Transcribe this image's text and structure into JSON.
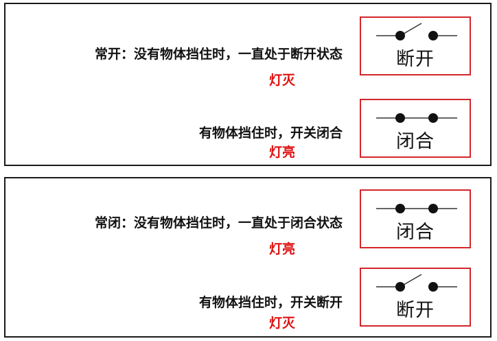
{
  "sections": [
    {
      "mode_desc": "常开：没有物体挡住时，一直处于断开状态",
      "mode_lamp": "灯灭",
      "mode_switch_label": "断开",
      "mode_switch_state": "open",
      "trigger_desc": "有物体挡住时，开关闭合",
      "trigger_lamp": "灯亮",
      "trigger_switch_label": "闭合",
      "trigger_switch_state": "closed"
    },
    {
      "mode_desc": "常闭：没有物体挡住时，一直处于闭合状态",
      "mode_lamp": "灯亮",
      "mode_switch_label": "闭合",
      "mode_switch_state": "closed",
      "trigger_desc": "有物体挡住时，开关断开",
      "trigger_lamp": "灯灭",
      "trigger_switch_label": "断开",
      "trigger_switch_state": "open"
    }
  ],
  "colors": {
    "lamp_text": "#e01010",
    "box_border": "#d3252b",
    "panel_border": "#1a1a1a"
  }
}
